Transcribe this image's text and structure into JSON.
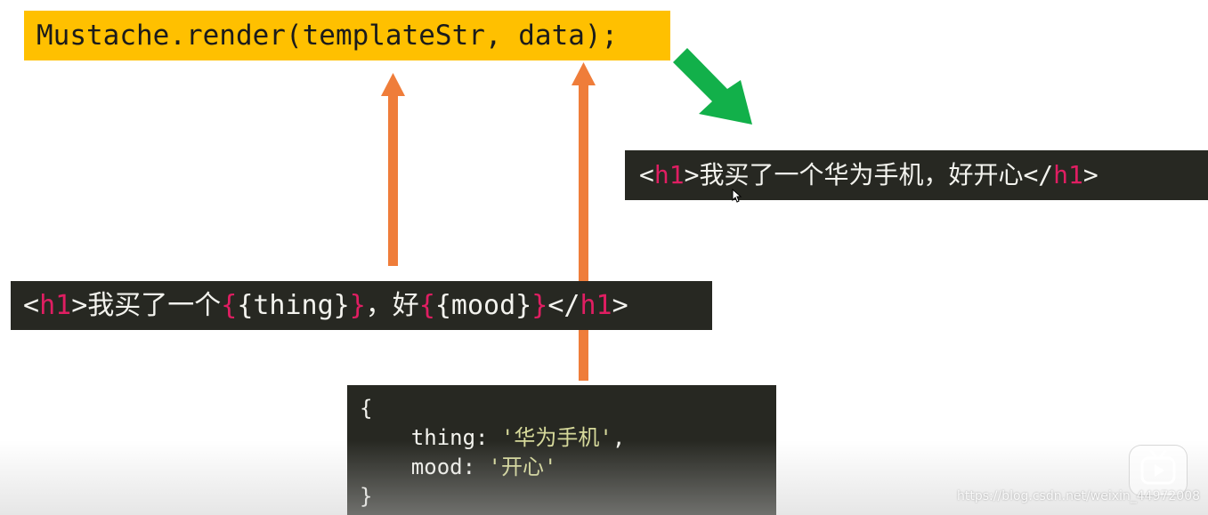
{
  "render_call": "Mustache.render(templateStr, data);",
  "output": {
    "open": "<",
    "open_tag": "h1",
    "after_open": ">",
    "text": "我买了一个华为手机，好开心",
    "close_start": "</",
    "close_tag": "h1",
    "close_end": ">"
  },
  "template": {
    "open": "<",
    "open_tag": "h1",
    "after_open": ">",
    "text1": "我买了一个",
    "brace_open_1": "{",
    "var1": "{thing}",
    "brace_close_1": "}",
    "text2": "，好",
    "brace_open_2": "{",
    "var2": "{mood}",
    "brace_close_2": "}",
    "close_start": "</",
    "close_tag": "h1",
    "close_end": ">"
  },
  "data_object": {
    "open_brace": "{",
    "key1": "    thing: ",
    "val1": "'华为手机'",
    "comma1": ",",
    "key2": "    mood: ",
    "val2": "'开心'",
    "close_brace": "}"
  },
  "watermark": "https://blog.csdn.net/weixin_44972008",
  "colors": {
    "render_box": "#ffc000",
    "code_bg": "#272822",
    "tag": "#e01e62",
    "string": "#d6d99a",
    "arrow_up": "#ef7d3a",
    "arrow_output": "#12b04a"
  },
  "icons": [
    "arrow-up-icon",
    "arrow-down-right-icon",
    "play-icon",
    "cursor-icon"
  ]
}
